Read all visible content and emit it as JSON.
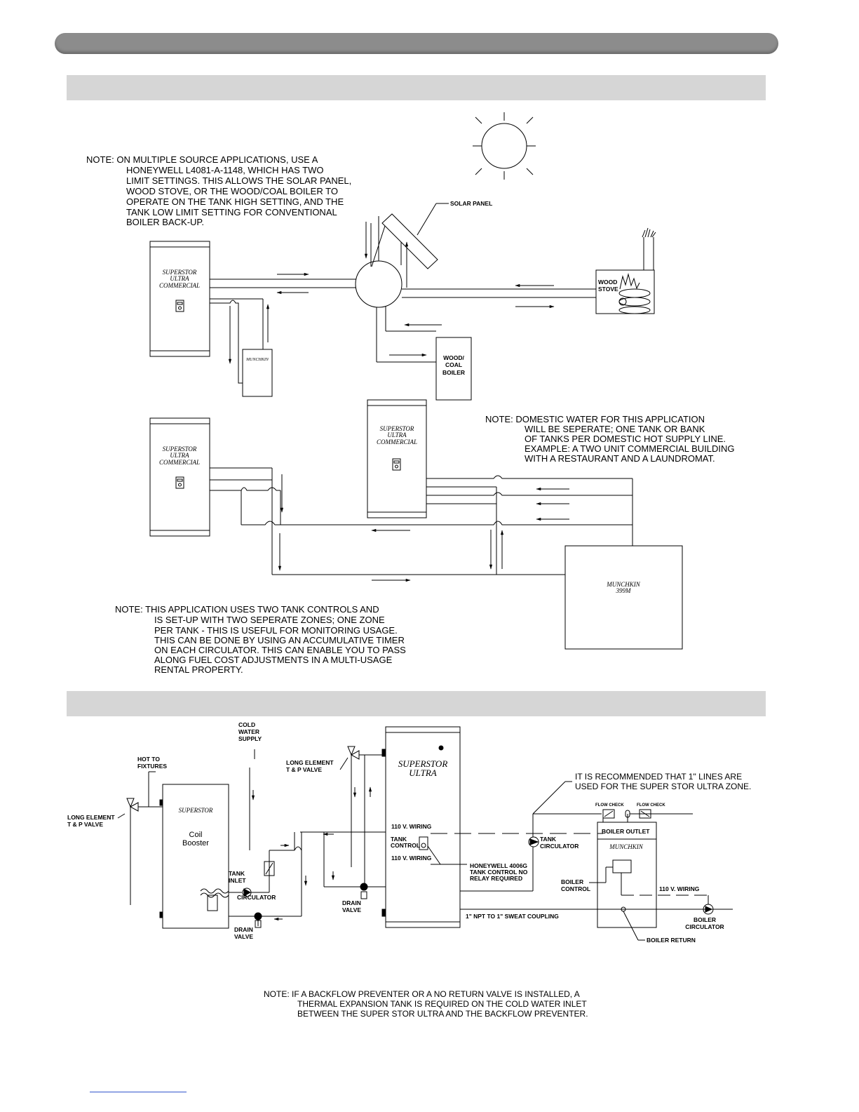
{
  "notes": {
    "multi_source": [
      "NOTE:   ON MULTIPLE SOURCE APPLICATIONS, USE A",
      "HONEYWELL L4081-A-1148, WHICH HAS TWO",
      "LIMIT SETTINGS.  THIS ALLOWS THE SOLAR PANEL,",
      "WOOD STOVE, OR THE WOOD/COAL BOILER TO",
      "OPERATE ON THE TANK HIGH SETTING, AND THE",
      "TANK LOW LIMIT SETTING FOR CONVENTIONAL",
      "BOILER BACK-UP."
    ],
    "domestic_water": [
      "NOTE:   DOMESTIC WATER FOR THIS APPLICATION",
      "WILL BE SEPERATE; ONE TANK OR BANK",
      "OF TANKS PER DOMESTIC HOT SUPPLY LINE.",
      "EXAMPLE: A TWO UNIT COMMERCIAL BUILDING",
      "WITH A RESTAURANT AND A LAUNDROMAT."
    ],
    "two_zones": [
      "NOTE:   THIS APPLICATION USES TWO TANK CONTROLS AND",
      "IS SET-UP WITH TWO SEPERATE ZONES; ONE ZONE",
      "PER TANK - THIS IS USEFUL FOR MONITORING USAGE.",
      "THIS CAN BE DONE BY USING AN ACCUMULATIVE TIMER",
      "ON EACH CIRCULATOR. THIS CAN ENABLE YOU TO PASS",
      "ALONG FUEL COST ADJUSTMENTS IN A MULTI-USAGE",
      "RENTAL PROPERTY."
    ],
    "backflow": [
      "NOTE:   IF A BACKFLOW PREVENTER OR A NO RETURN VALVE IS INSTALLED, A",
      "THERMAL EXPANSION TANK IS REQUIRED ON THE COLD WATER INLET",
      "BETWEEN THE SUPER STOR ULTRA AND THE BACKFLOW PREVENTER."
    ],
    "recommend": [
      "IT IS RECOMMENDED THAT 1\" LINES ARE",
      "USED FOR THE SUPER STOR ULTRA ZONE."
    ]
  },
  "labels": {
    "solar_panel": "SOLAR PANEL",
    "wood_stove": [
      "WOOD",
      "STOVE"
    ],
    "wood_coal_boiler": [
      "WOOD/",
      "COAL",
      "BOILER"
    ],
    "superstor_ultra_commercial": [
      "SUPERSTOR",
      "ULTRA",
      "COMMERCIAL"
    ],
    "munchkin": "MUNCHKIN",
    "munchkin_399m": [
      "MUNCHKIN",
      "399M"
    ],
    "hot_to_fixtures": [
      "HOT TO",
      "FIXTURES"
    ],
    "long_element_left": [
      "LONG ELEMENT",
      "T & P VALVE"
    ],
    "long_element_right": [
      "LONG ELEMENT",
      "T & P VALVE"
    ],
    "cold_water_supply": [
      "COLD",
      "WATER",
      "SUPPLY"
    ],
    "superstor": "SUPERSTOR",
    "coil_booster": [
      "Coil",
      "Booster"
    ],
    "tank_inlet_circulator": [
      "TANK",
      "INLET",
      "CIRCULATOR"
    ],
    "drain_valve_left": [
      "DRAIN",
      "VALVE"
    ],
    "drain_valve_mid": [
      "DRAIN",
      "VALVE"
    ],
    "superstor_ultra": [
      "SUPERSTOR",
      "ULTRA"
    ],
    "wiring_110_top": "110 V. WIRING",
    "tank_control": [
      "TANK",
      "CONTROL"
    ],
    "wiring_110_bottom": "110 V. WIRING",
    "honeywell": [
      "HONEYWELL 4006G",
      "TANK CONTROL NO",
      "RELAY REQUIRED"
    ],
    "tank_circulator": [
      "TANK",
      "CIRCULATOR"
    ],
    "flow_check_1": "FLOW CHECK",
    "flow_check_2": "FLOW CHECK",
    "boiler_outlet": "BOILER  OUTLET",
    "munchkin_bottom": "MUNCHKIN",
    "boiler_control": [
      "BOILER",
      "CONTROL"
    ],
    "wiring_110_boiler": "110  V.  WIRING",
    "boiler_circulator": [
      "BOILER",
      "CIRCULATOR"
    ],
    "boiler_return": "BOILER  RETURN",
    "sweat_coupling": "1\"  NPT  TO  1\"  SWEAT  COUPLING"
  }
}
